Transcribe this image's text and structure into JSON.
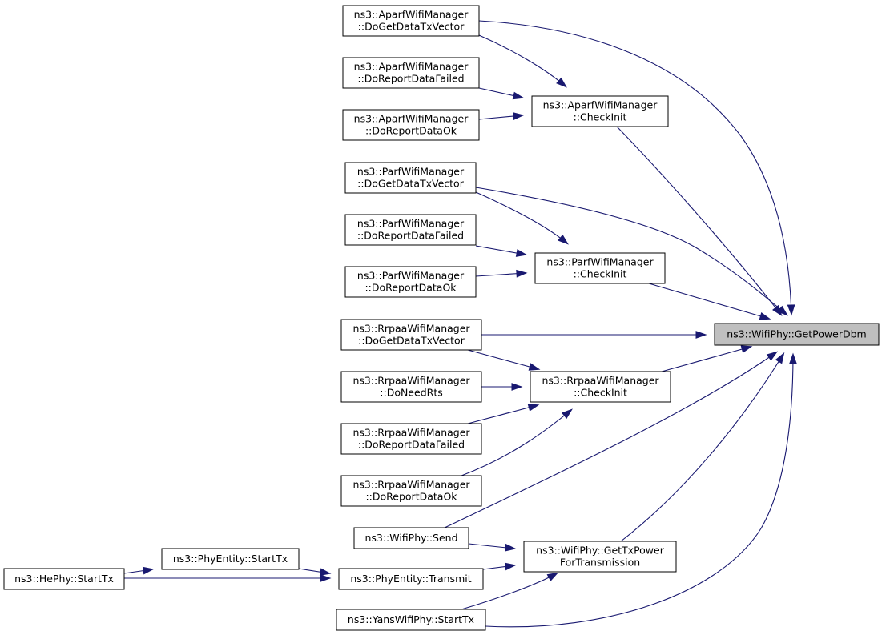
{
  "graph": {
    "nodes": [
      {
        "id": "root",
        "lines": [
          "ns3::WifiPhy::GetPowerDbm"
        ],
        "highlight": true
      },
      {
        "id": "aparf_getdata",
        "lines": [
          "ns3::AparfWifiManager",
          "::DoGetDataTxVector"
        ]
      },
      {
        "id": "aparf_failed",
        "lines": [
          "ns3::AparfWifiManager",
          "::DoReportDataFailed"
        ]
      },
      {
        "id": "aparf_ok",
        "lines": [
          "ns3::AparfWifiManager",
          "::DoReportDataOk"
        ]
      },
      {
        "id": "aparf_check",
        "lines": [
          "ns3::AparfWifiManager",
          "::CheckInit"
        ]
      },
      {
        "id": "parf_getdata",
        "lines": [
          "ns3::ParfWifiManager",
          "::DoGetDataTxVector"
        ]
      },
      {
        "id": "parf_failed",
        "lines": [
          "ns3::ParfWifiManager",
          "::DoReportDataFailed"
        ]
      },
      {
        "id": "parf_ok",
        "lines": [
          "ns3::ParfWifiManager",
          "::DoReportDataOk"
        ]
      },
      {
        "id": "parf_check",
        "lines": [
          "ns3::ParfWifiManager",
          "::CheckInit"
        ]
      },
      {
        "id": "rrpaa_getdata",
        "lines": [
          "ns3::RrpaaWifiManager",
          "::DoGetDataTxVector"
        ]
      },
      {
        "id": "rrpaa_rts",
        "lines": [
          "ns3::RrpaaWifiManager",
          "::DoNeedRts"
        ]
      },
      {
        "id": "rrpaa_failed",
        "lines": [
          "ns3::RrpaaWifiManager",
          "::DoReportDataFailed"
        ]
      },
      {
        "id": "rrpaa_ok",
        "lines": [
          "ns3::RrpaaWifiManager",
          "::DoReportDataOk"
        ]
      },
      {
        "id": "rrpaa_check",
        "lines": [
          "ns3::RrpaaWifiManager",
          "::CheckInit"
        ]
      },
      {
        "id": "wifiphy_send",
        "lines": [
          "ns3::WifiPhy::Send"
        ]
      },
      {
        "id": "gettxpower",
        "lines": [
          "ns3::WifiPhy::GetTxPower",
          "ForTransmission"
        ]
      },
      {
        "id": "phyentity_starttx",
        "lines": [
          "ns3::PhyEntity::StartTx"
        ]
      },
      {
        "id": "phyentity_transmit",
        "lines": [
          "ns3::PhyEntity::Transmit"
        ]
      },
      {
        "id": "hephy_starttx",
        "lines": [
          "ns3::HePhy::StartTx"
        ]
      },
      {
        "id": "yans_starttx",
        "lines": [
          "ns3::YansWifiPhy::StartTx"
        ]
      }
    ],
    "edges": [
      {
        "from": "aparf_getdata",
        "to": "root"
      },
      {
        "from": "aparf_getdata",
        "to": "aparf_check"
      },
      {
        "from": "aparf_failed",
        "to": "aparf_check"
      },
      {
        "from": "aparf_ok",
        "to": "aparf_check"
      },
      {
        "from": "aparf_check",
        "to": "root"
      },
      {
        "from": "parf_getdata",
        "to": "root"
      },
      {
        "from": "parf_getdata",
        "to": "parf_check"
      },
      {
        "from": "parf_failed",
        "to": "parf_check"
      },
      {
        "from": "parf_ok",
        "to": "parf_check"
      },
      {
        "from": "parf_check",
        "to": "root"
      },
      {
        "from": "rrpaa_getdata",
        "to": "root"
      },
      {
        "from": "rrpaa_getdata",
        "to": "rrpaa_check"
      },
      {
        "from": "rrpaa_rts",
        "to": "rrpaa_check"
      },
      {
        "from": "rrpaa_failed",
        "to": "rrpaa_check"
      },
      {
        "from": "rrpaa_ok",
        "to": "rrpaa_check"
      },
      {
        "from": "rrpaa_check",
        "to": "root"
      },
      {
        "from": "wifiphy_send",
        "to": "root"
      },
      {
        "from": "wifiphy_send",
        "to": "gettxpower"
      },
      {
        "from": "gettxpower",
        "to": "root"
      },
      {
        "from": "phyentity_transmit",
        "to": "gettxpower"
      },
      {
        "from": "phyentity_starttx",
        "to": "phyentity_transmit"
      },
      {
        "from": "hephy_starttx",
        "to": "phyentity_starttx"
      },
      {
        "from": "hephy_starttx",
        "to": "phyentity_transmit"
      },
      {
        "from": "yans_starttx",
        "to": "gettxpower"
      },
      {
        "from": "yans_starttx",
        "to": "root"
      }
    ]
  }
}
